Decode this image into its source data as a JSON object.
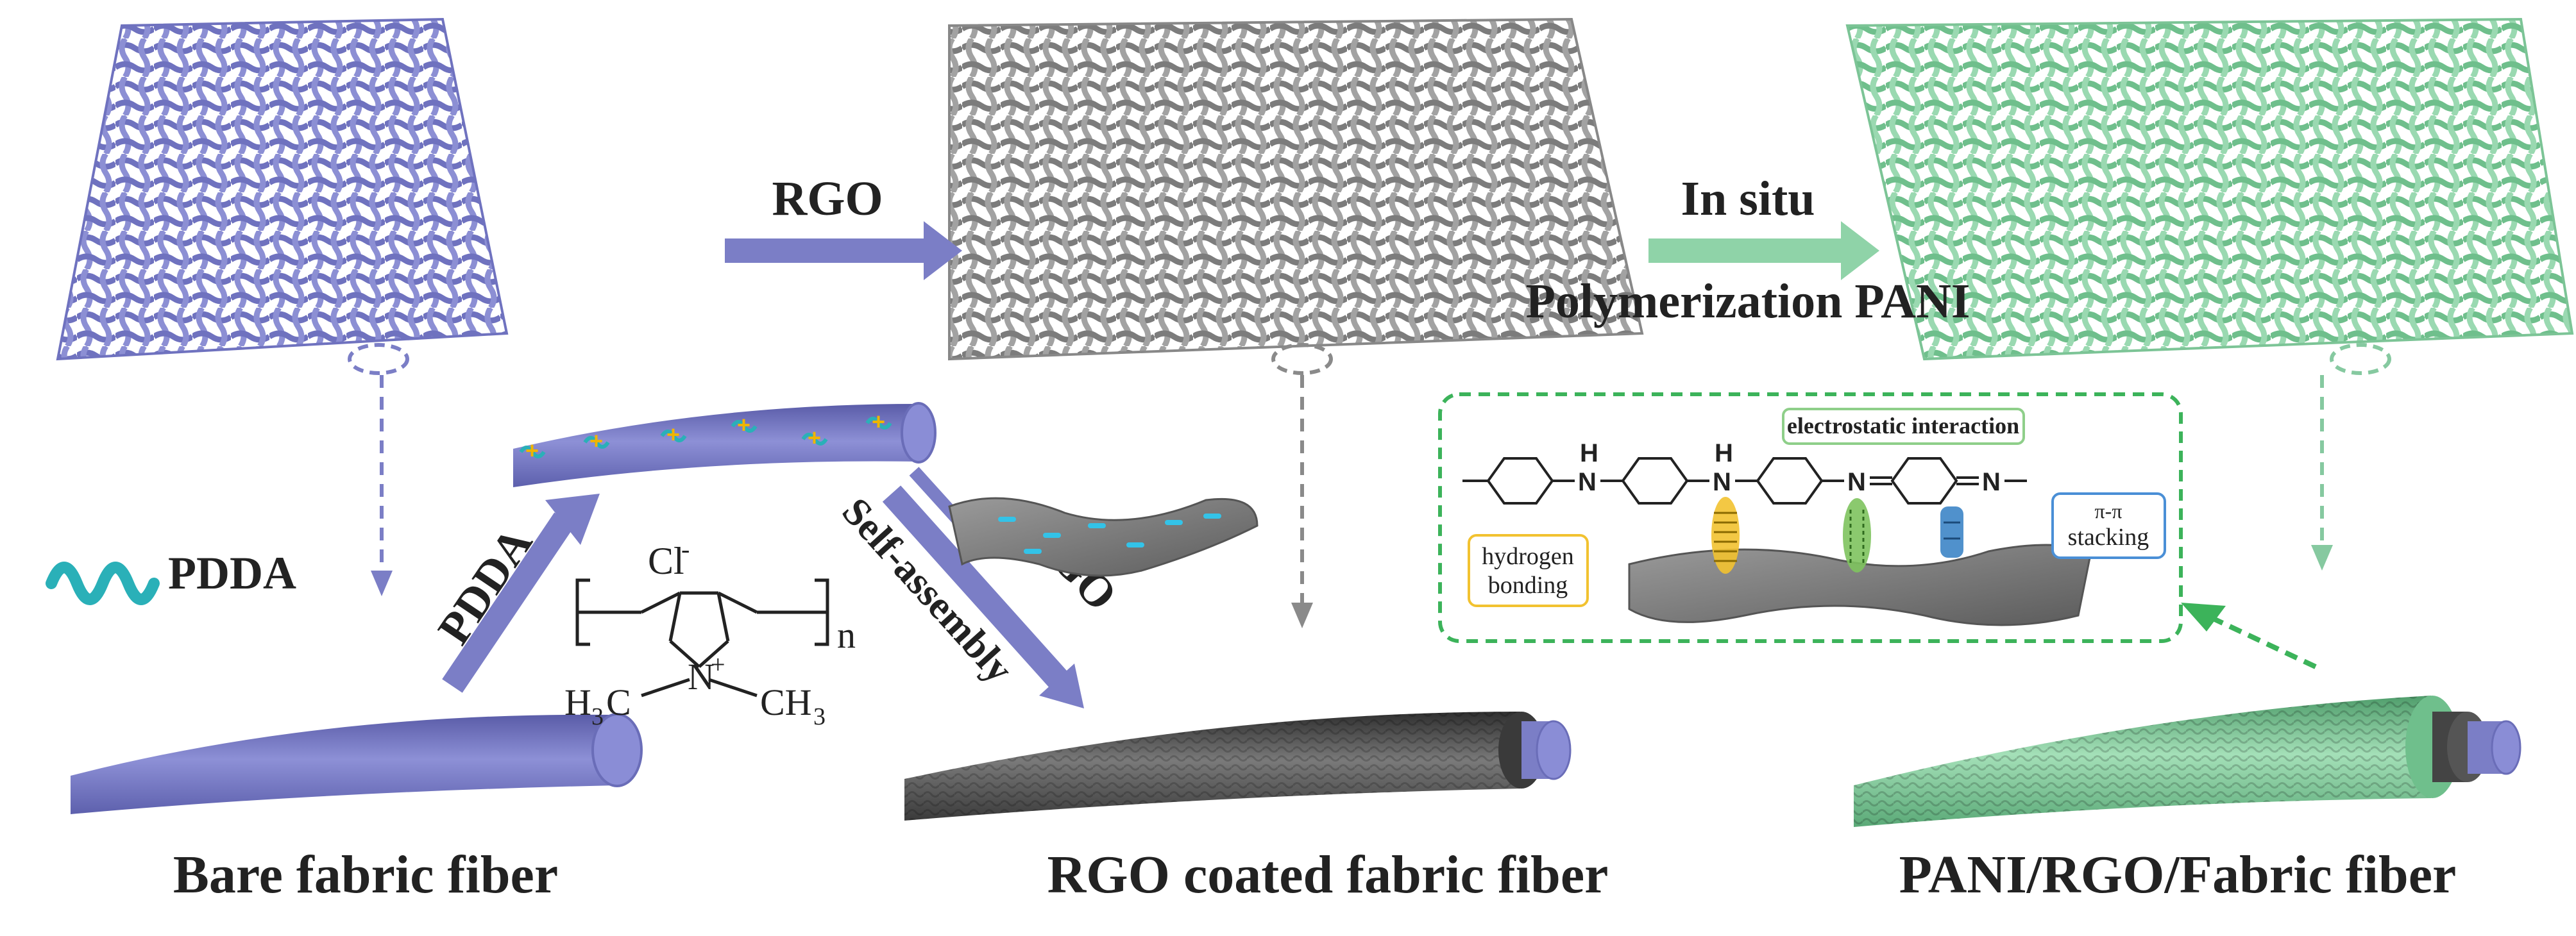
{
  "panels": {
    "bare": {
      "caption": "Bare fabric fiber",
      "color": "#7b7ec6"
    },
    "rgo": {
      "caption": "RGO coated fabric fiber",
      "color": "#8a8a8a"
    },
    "pani": {
      "caption": "PANI/RGO/Fabric fiber",
      "color": "#86c9a0"
    }
  },
  "arrows": {
    "rgo_top": {
      "label": "RGO",
      "color": "#7b7ec6"
    },
    "insitu": {
      "line1": "In situ",
      "line2": "Polymerization PANI",
      "color": "#8fd3a8"
    },
    "pdda_up": {
      "label": "PDDA"
    },
    "self_assembly": {
      "label": "Self-assembly"
    },
    "rgo_down": {
      "label": "RGO"
    }
  },
  "legend": {
    "pdda_label": "PDDA",
    "pdda_color": "#2ab0b8"
  },
  "molecule": {
    "anion": "Cl",
    "anion_charge": "-",
    "repeat": "n",
    "n_atom": "N",
    "n_charge": "+",
    "left_group": "H",
    "left_sub": "3",
    "left_c": "C",
    "right_group": "CH",
    "right_sub": "3"
  },
  "inset": {
    "title": "electrostatic interaction",
    "hbond_line1": "hydrogen",
    "hbond_line2": "bonding",
    "stack_line1": "π-π",
    "stack_line2": "stacking",
    "atoms": {
      "h": "H",
      "n": "N"
    }
  }
}
